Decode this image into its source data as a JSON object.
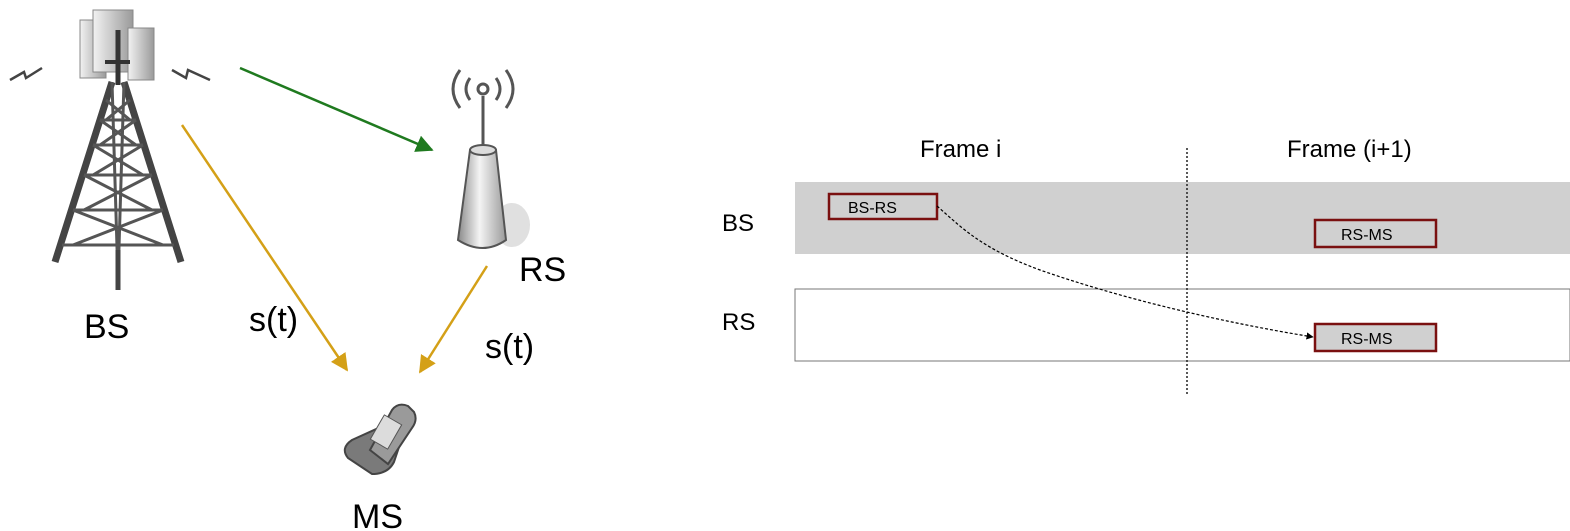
{
  "topology": {
    "nodes": {
      "bs": {
        "label": "BS"
      },
      "rs": {
        "label": "RS"
      },
      "ms": {
        "label": "MS"
      }
    },
    "signals": {
      "bs_to_ms": "s(t)",
      "rs_to_ms": "s(t)"
    },
    "link_colors": {
      "bs_to_rs": "#1f7a1f",
      "to_ms": "#d4a017"
    }
  },
  "timeline": {
    "frames": [
      "Frame i",
      "Frame (i+1)"
    ],
    "rows": [
      "BS",
      "RS"
    ],
    "blocks": {
      "bs_rs": "BS-RS",
      "bs_rs_ms": "RS-MS",
      "rs_rs_ms": "RS-MS"
    },
    "colors": {
      "bs_row_fill": "#d0d0d0",
      "block_border": "#7a1010",
      "block_fill": "#d0d0d0"
    }
  }
}
